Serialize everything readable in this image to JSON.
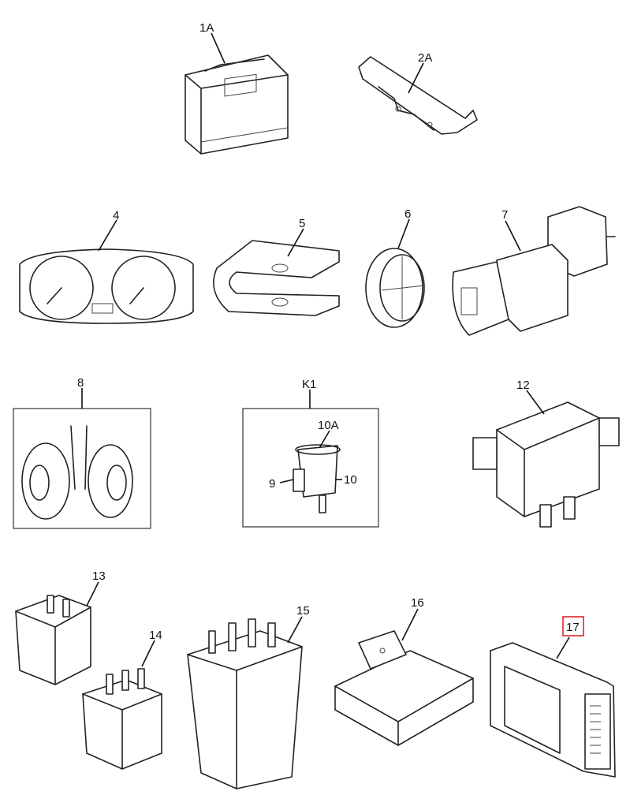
{
  "diagram": {
    "callouts": {
      "battery": "1A",
      "battery_bracket": "2A",
      "instrument_cluster": "4",
      "clip": "5",
      "grommet": "6",
      "switch": "7",
      "horns": "8",
      "relay_kit": "K1",
      "relay_holder": "10A",
      "relay_pin_9": "9",
      "relay_pin_10": "10",
      "module_12": "12",
      "relay_13": "13",
      "relay_14": "14",
      "relay_15": "15",
      "module_16": "16",
      "control_unit": "17"
    },
    "highlight_color": "#e0151b"
  }
}
